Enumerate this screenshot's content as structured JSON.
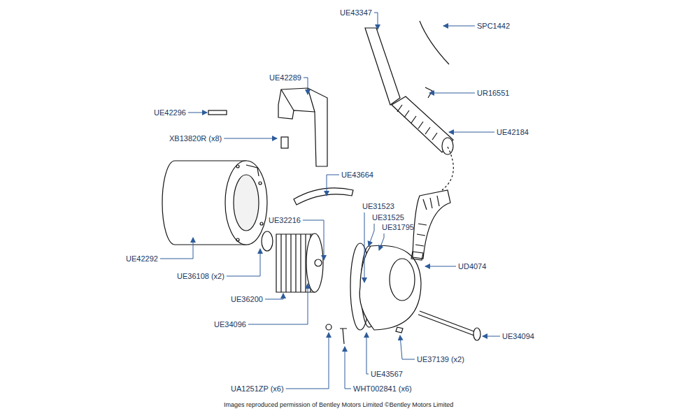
{
  "diagram": {
    "caption": "Images reproduced permission of Bentley Motors Limited ©Bentley Motors Limited",
    "labels": [
      "UE43347",
      "SPC1442",
      "UR16551",
      "UE42184",
      "UE42289",
      "UE42296",
      "XB13820R (x8)",
      "UE43664",
      "UE31523",
      "UE31525",
      "UE31795",
      "UE32216",
      "UE42292",
      "UE36108 (x2)",
      "UD4074",
      "UE36200",
      "UE34096",
      "UE34094",
      "UE37139 (x2)",
      "UE43567",
      "UA1251ZP (x6)",
      "WHT002841 (x6)"
    ]
  }
}
